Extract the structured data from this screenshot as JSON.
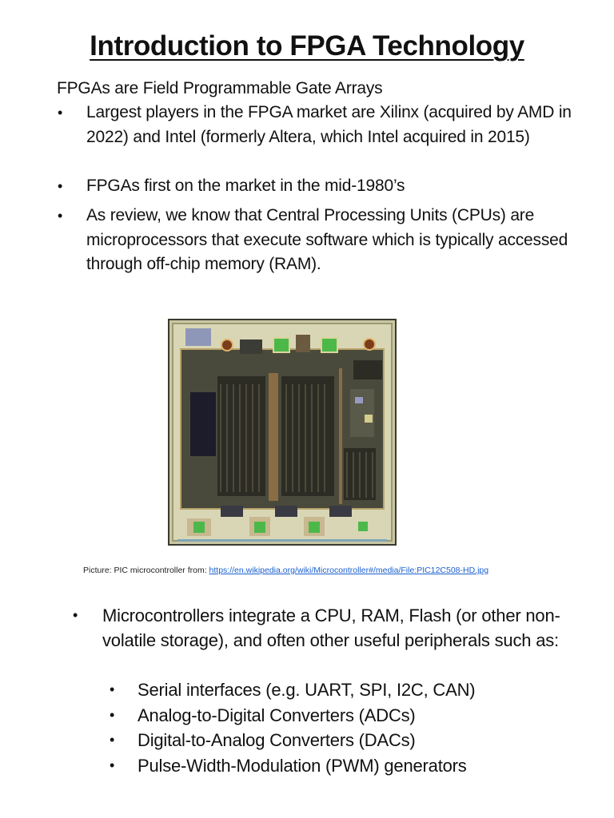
{
  "slide": {
    "title": "Introduction to FPGA Technology",
    "intro": "FPGAs are Field Programmable Gate Arrays",
    "bullets": [
      {
        "symbol": "•",
        "text": "Largest players in the FPGA market are Xilinx (acquired by AMD in 2022) and Intel (formerly Altera, which Intel acquired in 2015)"
      },
      {
        "symbol": "•",
        "text": "FPGAs first on the market in the mid-1980’s"
      },
      {
        "symbol": "•",
        "text": "As  review, we know that Central Processing Units (CPUs) are microprocessors that execute software which is typically accessed through off-chip memory (RAM)."
      }
    ],
    "figure": {
      "alt": "PIC microcontroller die photograph",
      "caption_prefix": "Picture: PIC microcontroller from: ",
      "caption_link": "https://en.wikipedia.org/wiki/Microcontroller#/media/File:PIC12C508-HD.jpg"
    },
    "microcontrollers": {
      "symbol": "•",
      "text": "Microcontrollers integrate a CPU, RAM, Flash (or other non-volatile storage), and often other useful peripherals such as:",
      "sub_items": [
        {
          "symbol": "•",
          "text": "Serial interfaces (e.g. UART, SPI, I2C, CAN)"
        },
        {
          "symbol": "•",
          "text": "Analog-to-Digital Converters (ADCs)"
        },
        {
          "symbol": "•",
          "text": "Digital-to-Analog Converters (DACs)"
        },
        {
          "symbol": "•",
          "text": "Pulse-Width-Modulation (PWM) generators"
        }
      ]
    }
  }
}
